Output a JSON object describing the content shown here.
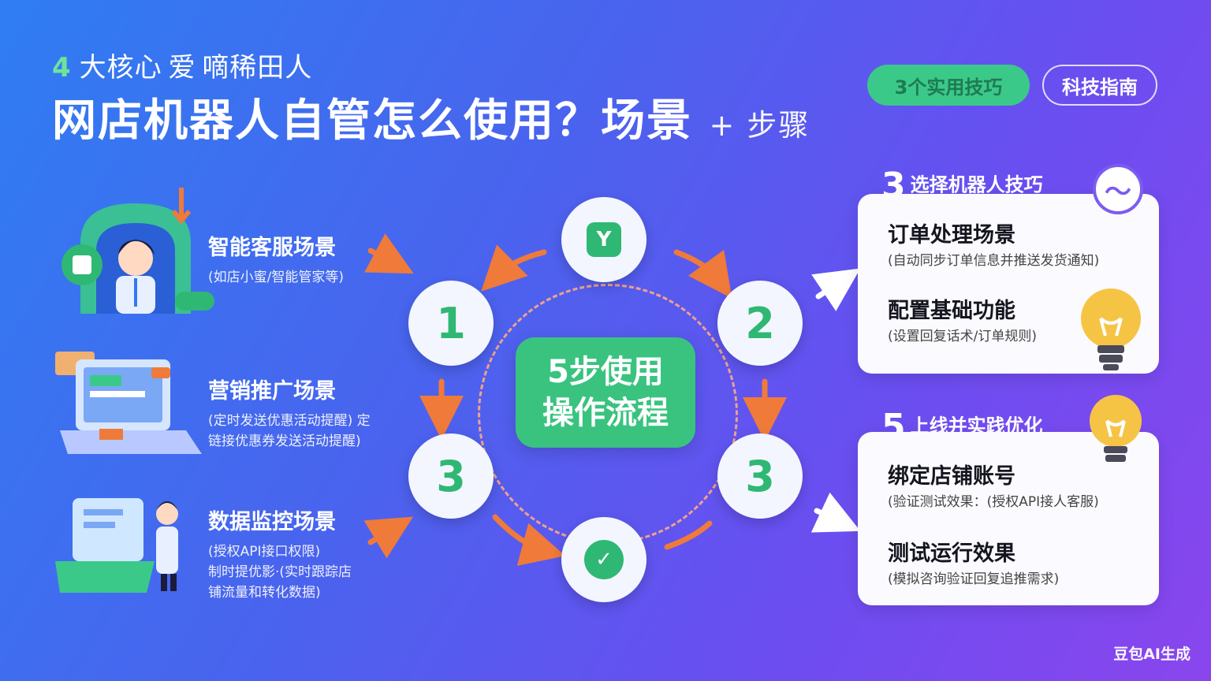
{
  "header": {
    "subtitle_num": "4",
    "subtitle_text": "大核心 爱 嘀稀田人",
    "title_main": "网店机器人自管怎么使用？场景",
    "title_tail": "+ 步骤",
    "pill_green": "3个实用技巧",
    "pill_outline": "科技指南"
  },
  "scenes": [
    {
      "title": "智能客服场景",
      "desc": [
        "(如店小蜜/智能管家等)"
      ]
    },
    {
      "title": "营销推广场景",
      "desc": [
        "(定时发送优惠活动提醒) 定",
        "链接优惠券发送活动提醒)"
      ]
    },
    {
      "title": "数据监控场景",
      "desc": [
        "(授权API接口权限)",
        "制时提优影·(实时跟踪店",
        "铺流量和转化数据)"
      ]
    }
  ],
  "cycle": {
    "center_line1": "5步使用",
    "center_line2": "操作流程",
    "node_left_top": "1",
    "node_right_top": "2",
    "node_left_bottom": "3",
    "node_right_bottom": "3",
    "icon_top": "Y",
    "icon_bottom": "✓"
  },
  "cards": {
    "top": {
      "head_num": "3",
      "head_text": "选择机器人技巧",
      "items": [
        {
          "title": "订单处理场景",
          "desc": "(自动同步订单信息并推送发货通知)"
        },
        {
          "title": "配置基础功能",
          "desc": "(设置回复话术/订单规则)"
        }
      ]
    },
    "bottom": {
      "head_num": "5",
      "head_text": "上线并实践优化",
      "items": [
        {
          "title": "绑定店铺账号",
          "desc": "(验证测试效果：(授权API接人客服)"
        },
        {
          "title": "测试运行效果",
          "desc": "(模拟咨询验证回复追推需求)"
        }
      ]
    }
  },
  "wave_icon": "〜",
  "footer": "豆包AI生成",
  "colors": {
    "accent_green": "#39c37f",
    "arrow_orange": "#f07a3a",
    "bulb_yellow": "#f6c445"
  }
}
